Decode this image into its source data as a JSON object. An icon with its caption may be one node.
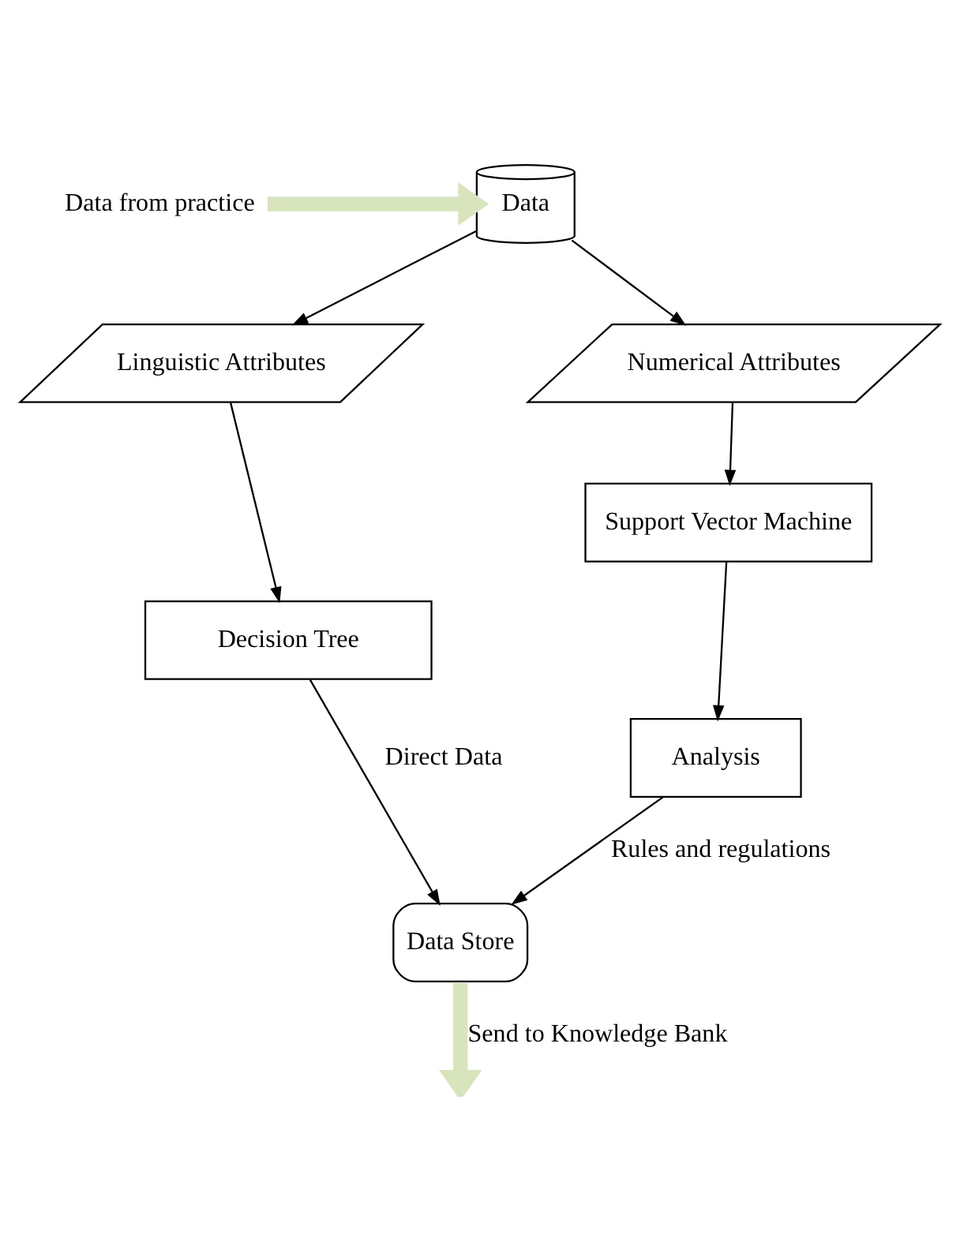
{
  "diagram": {
    "nodes": [
      {
        "text": [
          "Data from practice"
        ]
      },
      {
        "text": [
          "Data"
        ]
      },
      {
        "text": [
          "Linguistic Attributes"
        ]
      },
      {
        "text": [
          "Numerical Attributes"
        ]
      },
      {
        "text": [
          "Decision Tree"
        ]
      },
      {
        "text": [
          "Support Vector Machine"
        ]
      },
      {
        "text": [
          "Analysis"
        ]
      },
      {
        "text": [
          "Data Store"
        ]
      }
    ],
    "edges": [
      {
        "from": 0,
        "to": 1,
        "arrow": "to",
        "style": "thick",
        "color": "#d8e4bc"
      },
      {
        "from": 1,
        "to": 2,
        "arrow": "to"
      },
      {
        "from": 1,
        "to": 3,
        "arrow": "to"
      },
      {
        "from": 2,
        "to": 4,
        "arrow": "to"
      },
      {
        "from": 3,
        "to": 5,
        "arrow": "to"
      },
      {
        "from": 5,
        "to": 6,
        "arrow": "to"
      },
      {
        "from": 4,
        "to": 7,
        "arrow": "to",
        "label": "Direct Data"
      },
      {
        "from": 6,
        "to": 7,
        "arrow": "to",
        "label": "Rules and regulations"
      },
      {
        "from": 7,
        "to": null,
        "arrow": "to",
        "style": "thick",
        "color": "#d8e4bc",
        "label": "Send to Knowledge Bank"
      }
    ]
  }
}
